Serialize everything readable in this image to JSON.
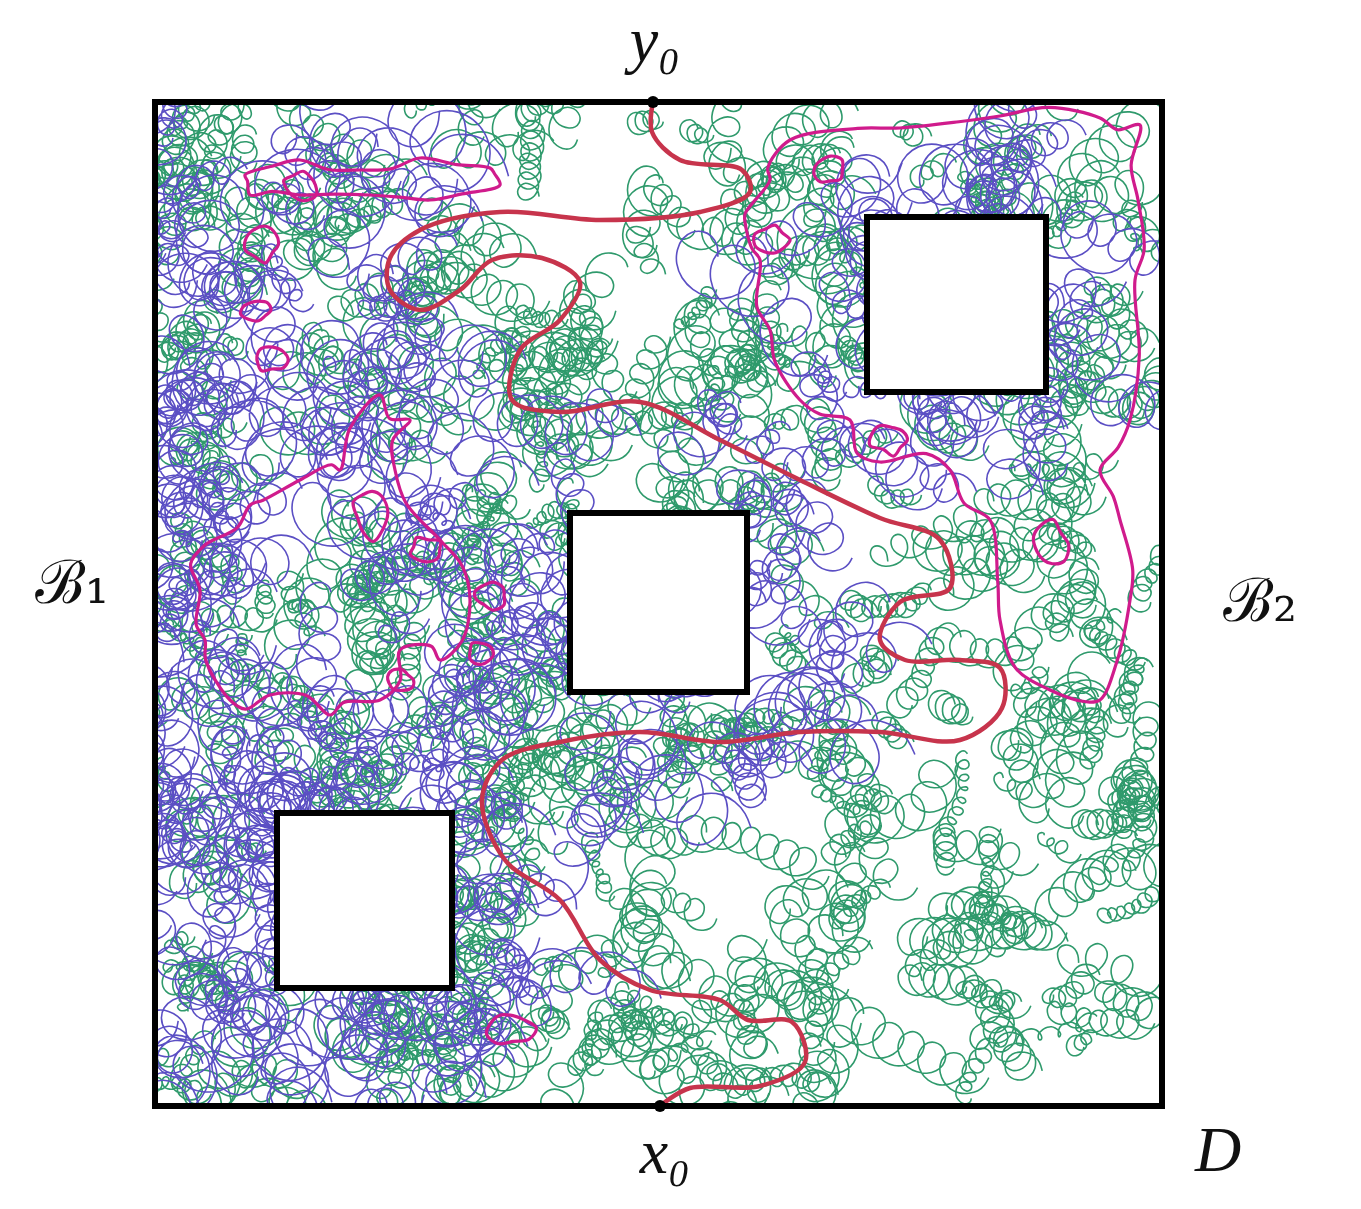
{
  "diagram": {
    "labels": [
      "y₀",
      "x₀",
      "ℬ₁",
      "ℬ₂",
      "D"
    ]
  }
}
